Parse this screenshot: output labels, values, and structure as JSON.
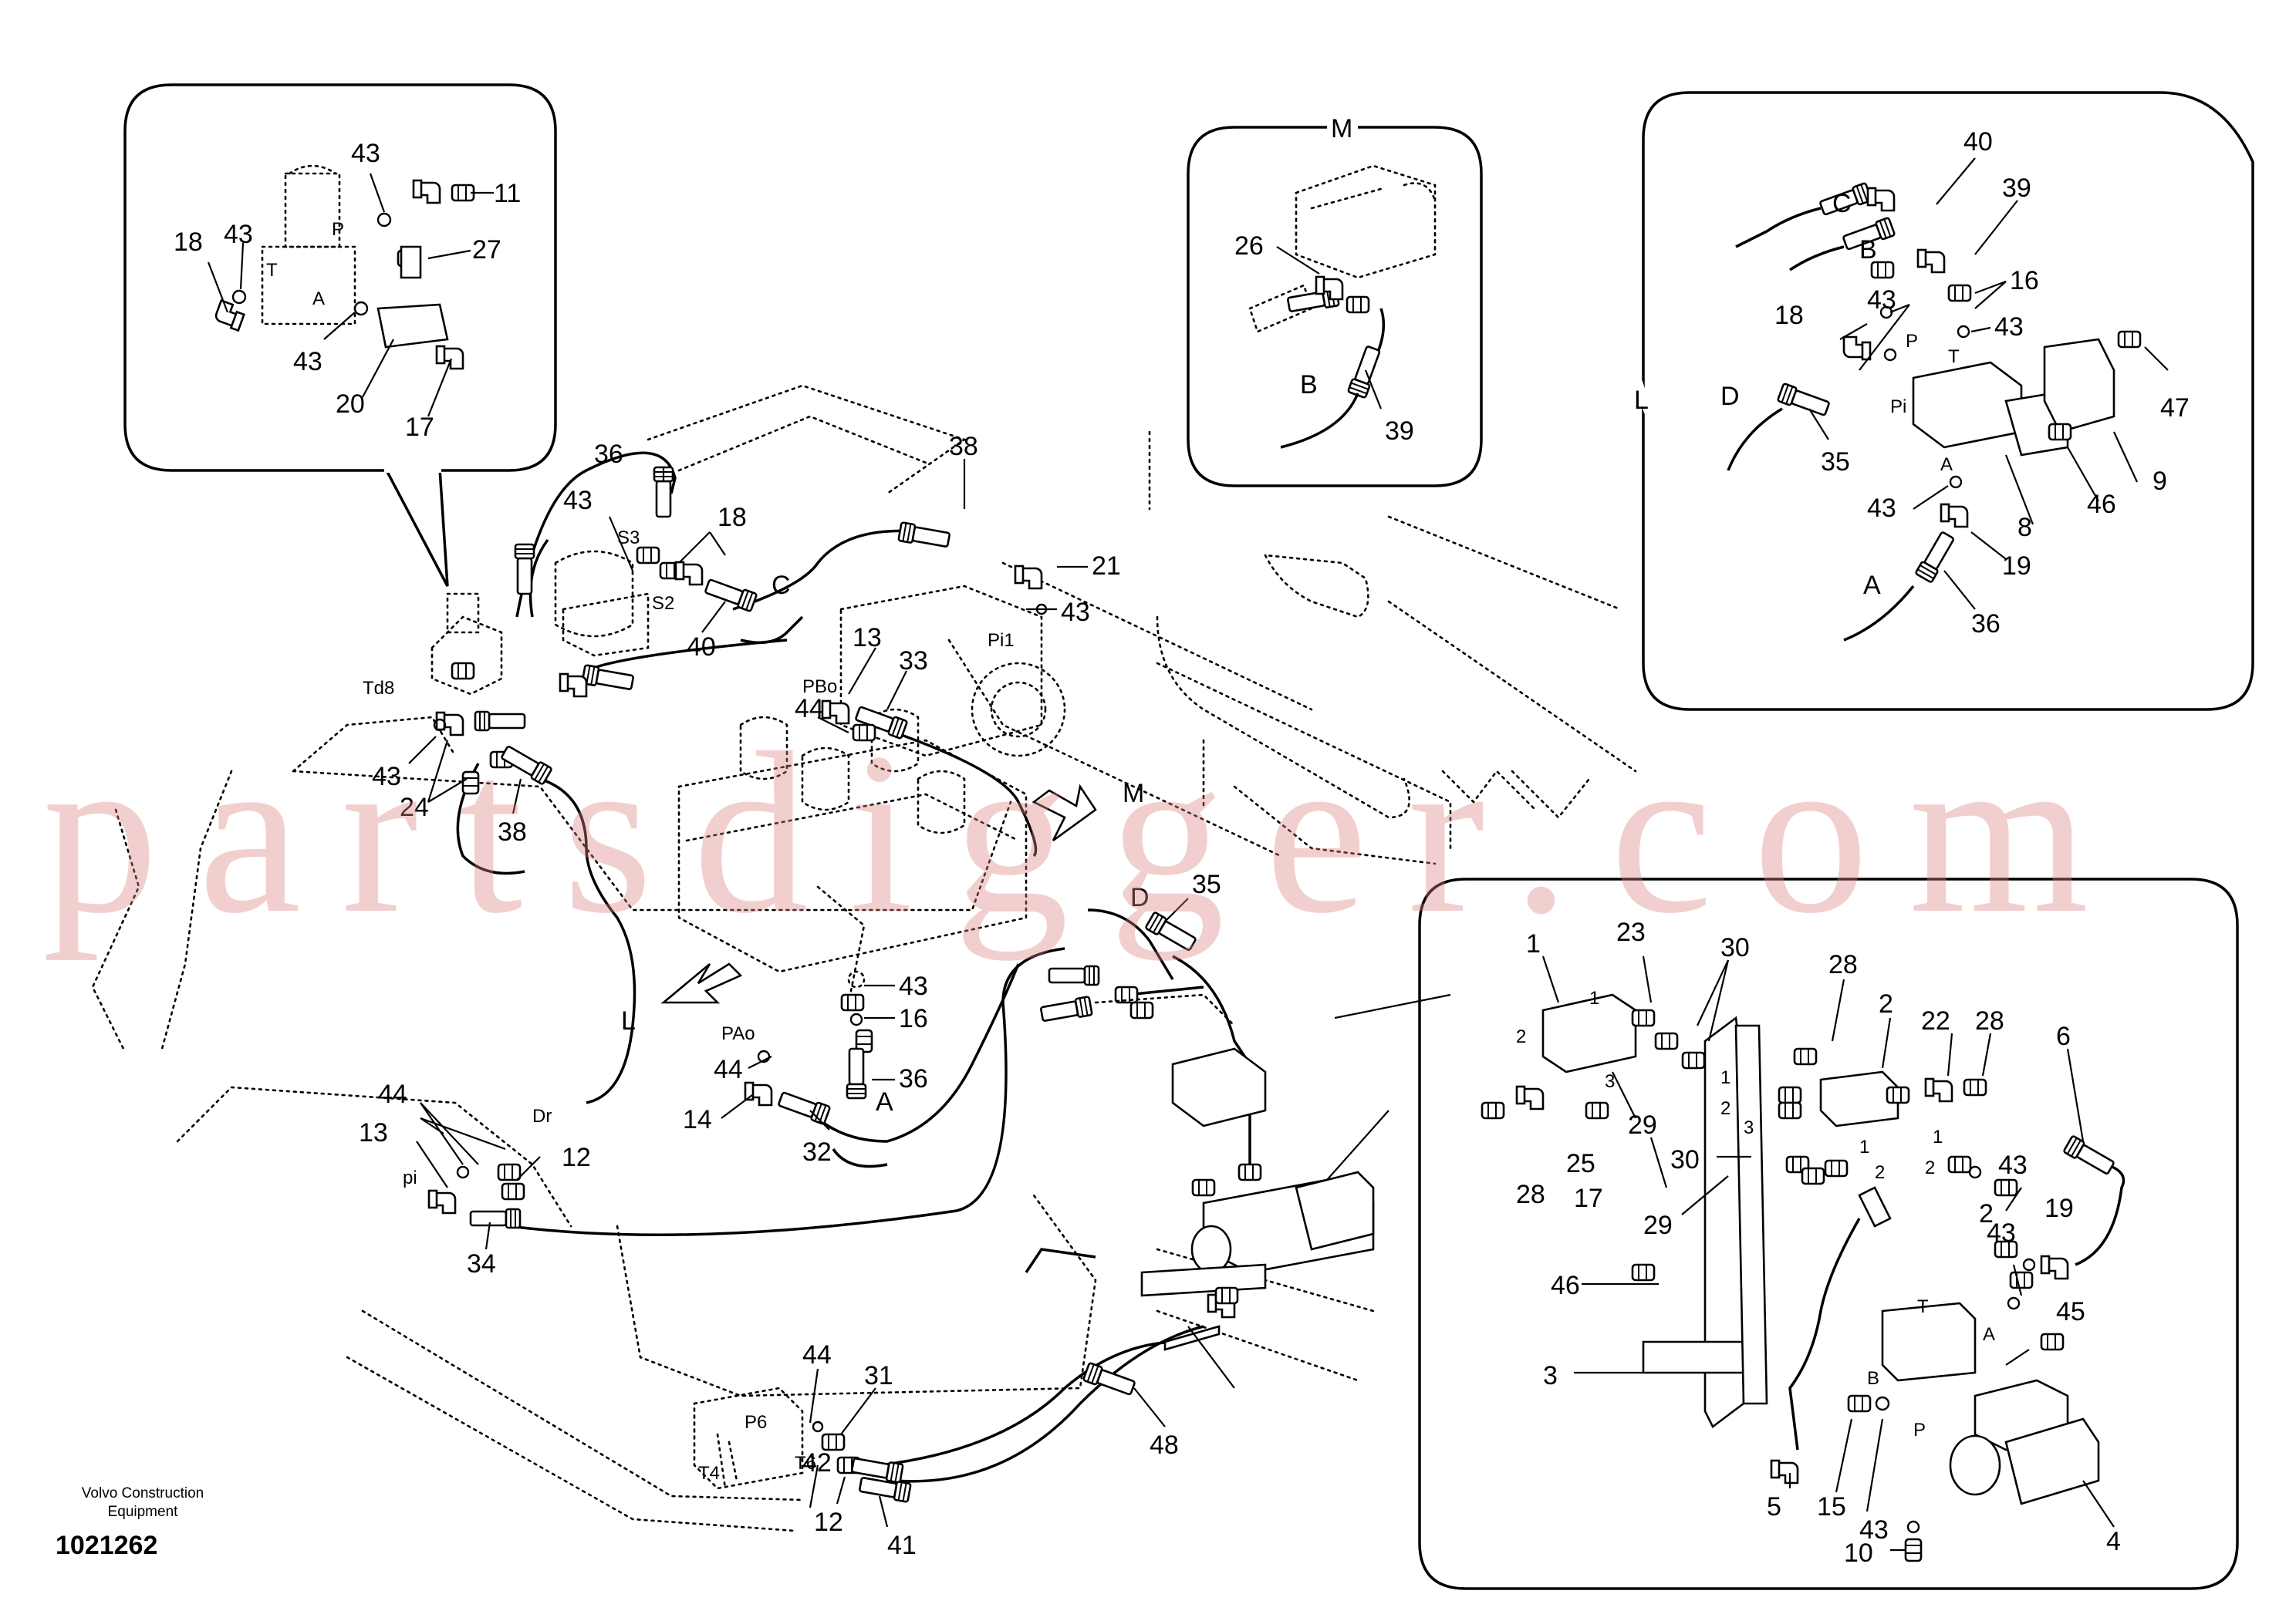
{
  "footer": {
    "brand_line1": "Volvo Construction",
    "brand_line2": "Equipment",
    "drawing_number": "1021262"
  },
  "watermark": "partsdigger.com",
  "colors": {
    "line": "#000000",
    "watermark": "#dc8282"
  },
  "main_view": {
    "callouts": [
      "36",
      "43",
      "18",
      "38",
      "21",
      "43",
      "40",
      "13",
      "33",
      "44",
      "43",
      "24",
      "38",
      "35",
      "43",
      "16",
      "44",
      "36",
      "14",
      "32",
      "44",
      "13",
      "12",
      "34",
      "44",
      "31",
      "12",
      "42",
      "41",
      "48"
    ],
    "port_labels": [
      "S3",
      "S2",
      "C",
      "Pi1",
      "PBo",
      "Td8",
      "PAo",
      "A",
      "D",
      "Dr",
      "pi",
      "P6",
      "T6",
      "T4"
    ],
    "view_markers": [
      "M",
      "L"
    ]
  },
  "detail_top_left": {
    "callouts": [
      "43",
      "11",
      "18",
      "43",
      "27",
      "43",
      "20",
      "17"
    ],
    "port_labels": [
      "P",
      "T",
      "A"
    ]
  },
  "detail_m": {
    "title": "M",
    "callouts": [
      "26",
      "39"
    ],
    "port_labels": [
      "B"
    ]
  },
  "detail_l": {
    "title": "L",
    "callouts": [
      "40",
      "39",
      "16",
      "43",
      "43",
      "18",
      "47",
      "35",
      "9",
      "46",
      "8",
      "43",
      "19",
      "36"
    ],
    "port_labels": [
      "C",
      "B",
      "D",
      "P",
      "T",
      "Pi",
      "A",
      "A"
    ]
  },
  "detail_bottom_right": {
    "callouts": [
      "1",
      "23",
      "30",
      "28",
      "2",
      "22",
      "28",
      "6",
      "2",
      "29",
      "28",
      "25",
      "17",
      "30",
      "43",
      "29",
      "43",
      "19",
      "46",
      "45",
      "3",
      "5",
      "15",
      "43",
      "10",
      "4"
    ],
    "port_labels": [
      "1",
      "2",
      "3",
      "1",
      "2",
      "3",
      "1",
      "2",
      "1",
      "2",
      "T",
      "A",
      "B",
      "P"
    ]
  }
}
